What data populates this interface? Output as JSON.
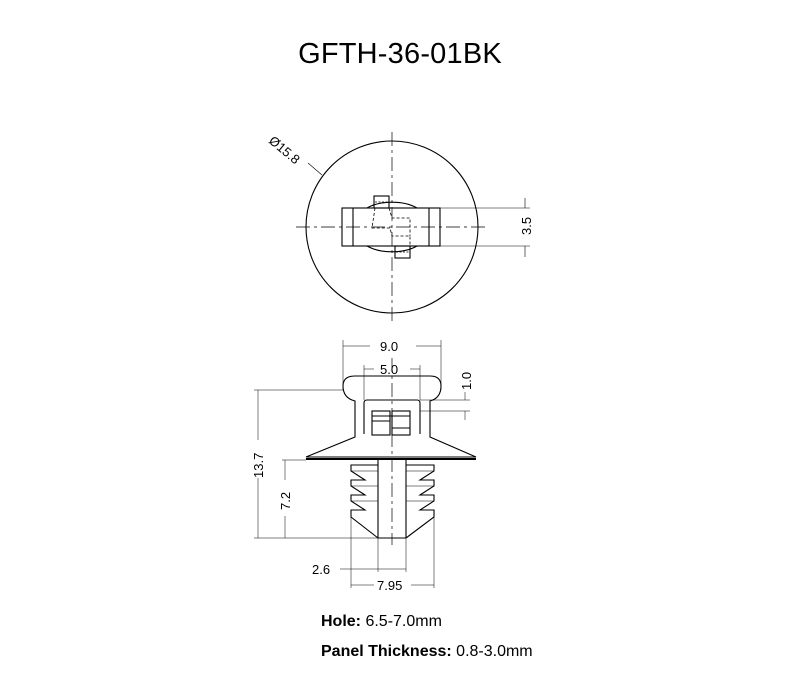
{
  "title": "GFTH-36-01BK",
  "top_view": {
    "diameter_label": "Ø15.8",
    "height_dim": "3.5"
  },
  "side_view": {
    "head_width": "9.0",
    "slot_width": "5.0",
    "head_thickness": "1.0",
    "overall_height": "13.7",
    "leg_length": "7.2",
    "shank_width": "2.6",
    "fin_width": "7.95"
  },
  "specs": {
    "hole_label": "Hole:",
    "hole_value": " 6.5-7.0mm",
    "panel_label": "Panel Thickness:",
    "panel_value": " 0.8-3.0mm"
  }
}
